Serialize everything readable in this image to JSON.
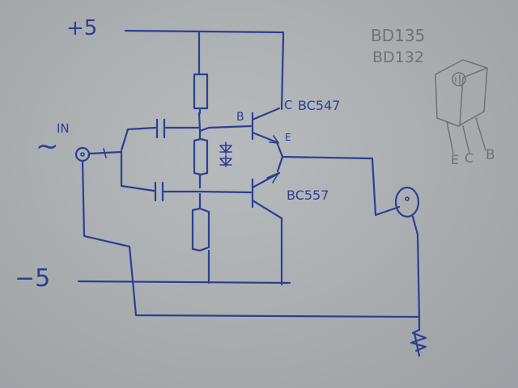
{
  "labels": {
    "vplus": "+5",
    "vminus": "−5",
    "input": "IN",
    "input_symbol": "~",
    "npn_c": "C",
    "npn_part": "BC547",
    "npn_b": "B",
    "npn_e": "E",
    "pnp_part": "BC557"
  },
  "pinout": {
    "part_1": "BD135",
    "part_2": "BD132",
    "pin_e": "E",
    "pin_c": "C",
    "pin_b": "B"
  },
  "colors": {
    "ink": "#2b3f93",
    "pencil": "#6f7276",
    "paper": "#b0b3b6"
  }
}
